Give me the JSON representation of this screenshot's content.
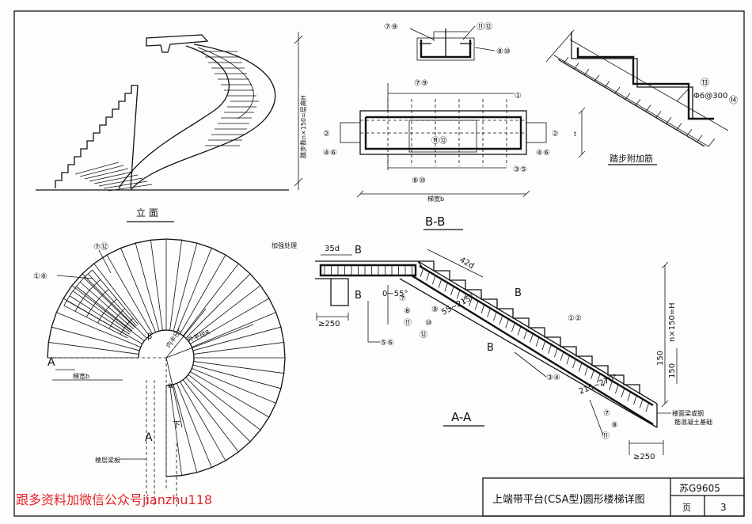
{
  "labels": {
    "elevation": "立 面",
    "riser_note": "踏步数n×150=层高H",
    "section_bb": "B-B",
    "tread_width_bb": "梯宽b",
    "step_rebar": "踏步附加筋",
    "rebar_spec": "Φ6@300",
    "section_aa": "A-A",
    "stair_width_plan": "梯宽b",
    "inner_radius": "内半径r",
    "outer_radius": "外半径R",
    "beta": "β",
    "alpha": "α",
    "down": "下",
    "floor_beam": "楼层梁板",
    "cut_a": "A",
    "cut_b": "B",
    "strengthen": "加强处理",
    "d35": "35d",
    "d42": "42d",
    "angle1": "0~55°",
    "angle2": "55~215°",
    "angle3": "215~270°",
    "min250a": "≥250",
    "min250b": "≥250",
    "h150a": "150",
    "h150b": "150",
    "height": "n×150=H",
    "foundation1": "楼面梁或钢",
    "foundation2": "筋混凝土基础",
    "tag_1_6": "①⑥",
    "tag_7_12": "⑦⑫"
  },
  "bb_tags": {
    "t79top": "⑦⑨",
    "t1112top": "⑪⑫",
    "t810top": "⑧⑩",
    "t79": "⑦⑨",
    "t1": "①",
    "t2l": "②",
    "t2r": "②",
    "t46l": "④⑥",
    "t46r": "④⑥",
    "t1112": "⑪⑫",
    "t35": "③⑤",
    "t810": "⑧⑩",
    "t13": "⑬",
    "t14": "⑭"
  },
  "aa_tags": {
    "t7": "⑦",
    "t8": "⑧",
    "t11": "⑪",
    "t56": "⑤⑥",
    "t9": "⑨",
    "t10": "⑩",
    "t12": "⑫",
    "t12b": "①②",
    "t34": "③④",
    "t7b": "⑦",
    "t8b": "⑧",
    "t11b": "⑪"
  },
  "title_block": {
    "title": "上端带平台(CSA型)圆形楼梯详图",
    "atlas": "苏G9605",
    "page_label": "页",
    "page_no": "3"
  },
  "watermark": "跟多资料加微信公众号jianzhu118"
}
